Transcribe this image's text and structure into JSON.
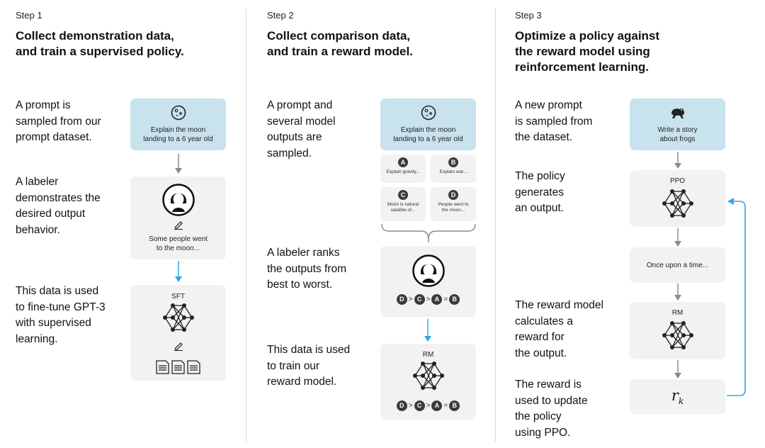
{
  "steps": [
    {
      "label": "Step 1",
      "title_line1": "Collect demonstration data,",
      "title_line2": "and train a supervised policy.",
      "desc1": [
        "A prompt is",
        "sampled from our",
        "prompt dataset."
      ],
      "desc2": [
        "A labeler",
        "demonstrates the",
        "desired output",
        "behavior."
      ],
      "desc3": [
        "This data is used",
        "to fine-tune GPT-3",
        "with supervised",
        "learning."
      ],
      "prompt_box": [
        "Explain the moon",
        "landing to a 6 year old"
      ],
      "labeler_box": [
        "Some people went",
        "to the moon..."
      ],
      "model_label": "SFT"
    },
    {
      "label": "Step 2",
      "title_line1": "Collect comparison data,",
      "title_line2": "and train a reward model.",
      "desc1": [
        "A prompt and",
        "several model",
        "outputs are",
        "sampled."
      ],
      "desc2": [
        "A labeler ranks",
        "the outputs from",
        "best to worst."
      ],
      "desc3": [
        "This data is used",
        "to train our",
        "reward model."
      ],
      "prompt_box": [
        "Explain the moon",
        "landing to a 6 year old"
      ],
      "outputs": [
        {
          "letter": "A",
          "text": [
            "Explain gravity..."
          ]
        },
        {
          "letter": "B",
          "text": [
            "Explain war..."
          ]
        },
        {
          "letter": "C",
          "text": [
            "Moon is natural",
            "satellite of..."
          ]
        },
        {
          "letter": "D",
          "text": [
            "People went to",
            "the moon..."
          ]
        }
      ],
      "ranking": [
        "D",
        ">",
        "C",
        ">",
        "A",
        "=",
        "B"
      ],
      "model_label": "RM"
    },
    {
      "label": "Step 3",
      "title_line1": "Optimize a policy against",
      "title_line2": "the reward model using",
      "title_line3": "reinforcement learning.",
      "desc1": [
        "A new prompt",
        "is sampled from",
        "the dataset."
      ],
      "desc2": [
        "The policy",
        "generates",
        "an output."
      ],
      "desc3": [
        "The reward model",
        "calculates a",
        "reward for",
        "the output."
      ],
      "desc4": [
        "The reward is",
        "used to update",
        "the policy",
        "using PPO."
      ],
      "prompt_box": [
        "Write a story",
        "about frogs"
      ],
      "policy_label": "PPO",
      "output_text": "Once upon a time...",
      "model_label": "RM",
      "reward_symbol": "r",
      "reward_sub": "k"
    }
  ],
  "colors": {
    "arrow_gray": "#8a8a8f",
    "arrow_blue": "#2aa8e8",
    "prompt_bg": "#c8e2ee",
    "box_bg": "#f2f2f2"
  }
}
